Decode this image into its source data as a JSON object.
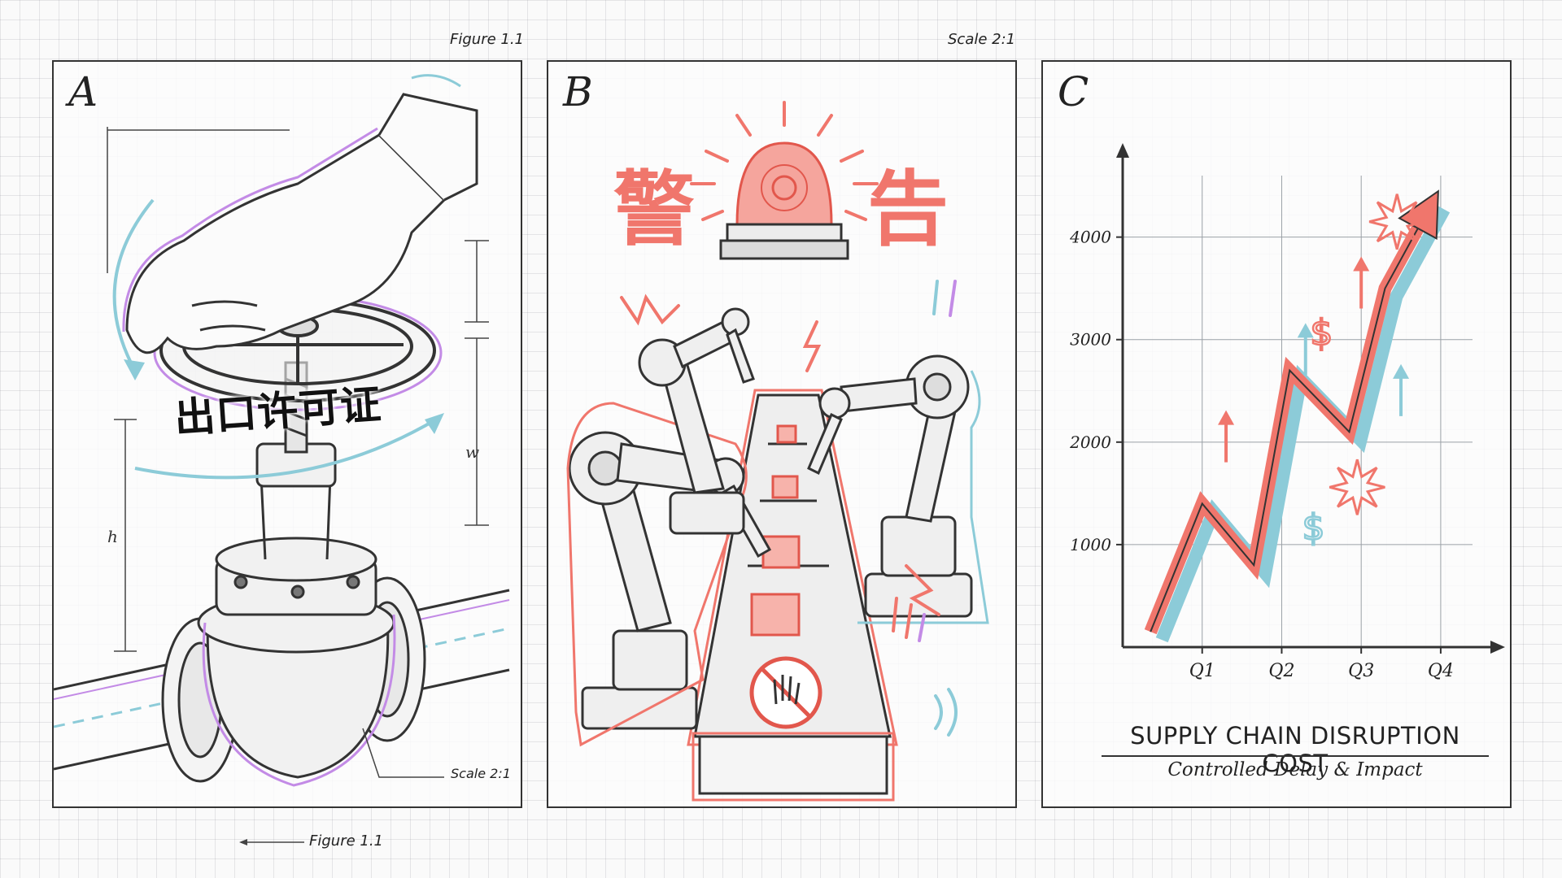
{
  "notes": {
    "top_left": "Figure 1.1",
    "top_right": "Scale 2:1",
    "bottom_left": "Figure 1.1",
    "panel_a_scale": "Scale 2:1"
  },
  "panel_a": {
    "letter": "A",
    "permit_label": "出口许可证",
    "dimension_w": "w",
    "dimension_h": "h"
  },
  "panel_b": {
    "letter": "B",
    "warning_left": "警",
    "warning_right": "告"
  },
  "panel_c": {
    "letter": "C",
    "title": "SUPPLY CHAIN DISRUPTION COST",
    "subtitle": "Controlled Delay & Impact"
  },
  "colors": {
    "accent_red": "#f0766c",
    "accent_blue": "#8ccbd8",
    "accent_purple": "#c38be6",
    "ink": "#333333"
  },
  "chart_data": {
    "type": "line",
    "title": "SUPPLY CHAIN DISRUPTION COST",
    "subtitle": "Controlled Delay & Impact",
    "x_ticks": [
      "Q1",
      "Q2",
      "Q3",
      "Q4"
    ],
    "y_ticks": [
      1000,
      2000,
      3000,
      4000
    ],
    "ylim": [
      0,
      4600
    ],
    "grid": true,
    "series": [
      {
        "x": [
          0.35,
          1.0,
          1.65,
          2.1,
          2.85,
          3.3,
          3.9
        ],
        "values": [
          150,
          1400,
          800,
          2700,
          2100,
          3500,
          4350
        ]
      }
    ]
  }
}
